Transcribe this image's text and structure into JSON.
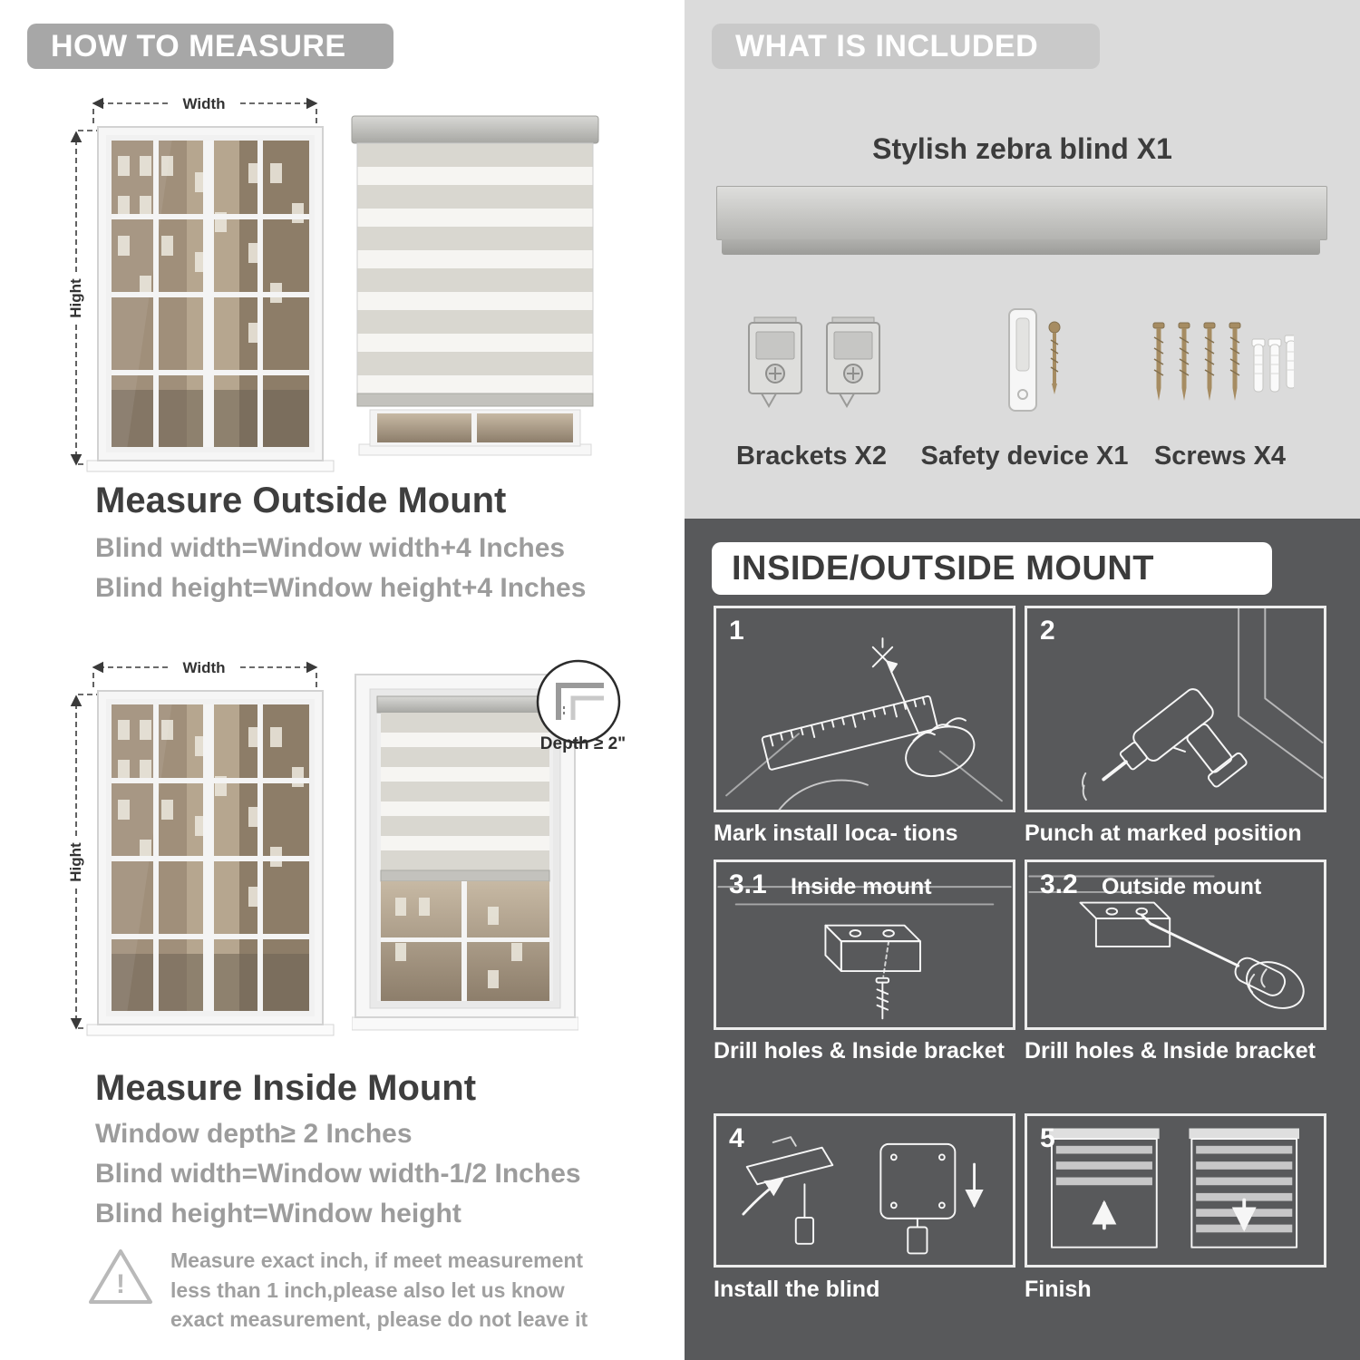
{
  "colors": {
    "pill_gray": "#a7a7a7",
    "panel_light": "#dbdbdb",
    "panel_dark": "#58595b",
    "text_dark": "#3c3c3c",
    "text_gray": "#9c9c9c"
  },
  "how_to_measure": {
    "header": "HOW TO MEASURE",
    "outside": {
      "width_label": "Width",
      "height_label": "Hight",
      "title": "Measure Outside Mount",
      "lines": [
        "Blind width=Window width+4 Inches",
        "Blind height=Window height+4 Inches"
      ]
    },
    "inside": {
      "width_label": "Width",
      "height_label": "Hight",
      "depth_callout": "Depth ≥ 2\"",
      "title": "Measure Inside Mount",
      "lines": [
        "Window depth≥ 2 Inches",
        "Blind width=Window width-1/2 Inches",
        "Blind height=Window height"
      ]
    },
    "note": {
      "icon_mark": "!",
      "text": "Measure exact inch, if meet measurement less than 1 inch,please also let us know exact measurement, please do not leave it"
    }
  },
  "included": {
    "header": "WHAT IS INCLUDED",
    "product": "Stylish zebra blind X1",
    "items": [
      {
        "label": "Brackets X2"
      },
      {
        "label": "Safety device X1"
      },
      {
        "label": "Screws X4"
      }
    ]
  },
  "mount": {
    "header": "INSIDE/OUTSIDE MOUNT",
    "steps": [
      {
        "num": "1",
        "caption": "Mark install loca- tions"
      },
      {
        "num": "2",
        "caption": "Punch at  marked position"
      },
      {
        "num": "3.1",
        "label": "Inside mount",
        "caption": "Drill holes &  Inside bracket"
      },
      {
        "num": "3.2",
        "label": "Outside mount",
        "caption": "Drill holes &  Inside bracket"
      },
      {
        "num": "4",
        "caption": "Install the blind"
      },
      {
        "num": "5",
        "caption": "Finish"
      }
    ]
  }
}
